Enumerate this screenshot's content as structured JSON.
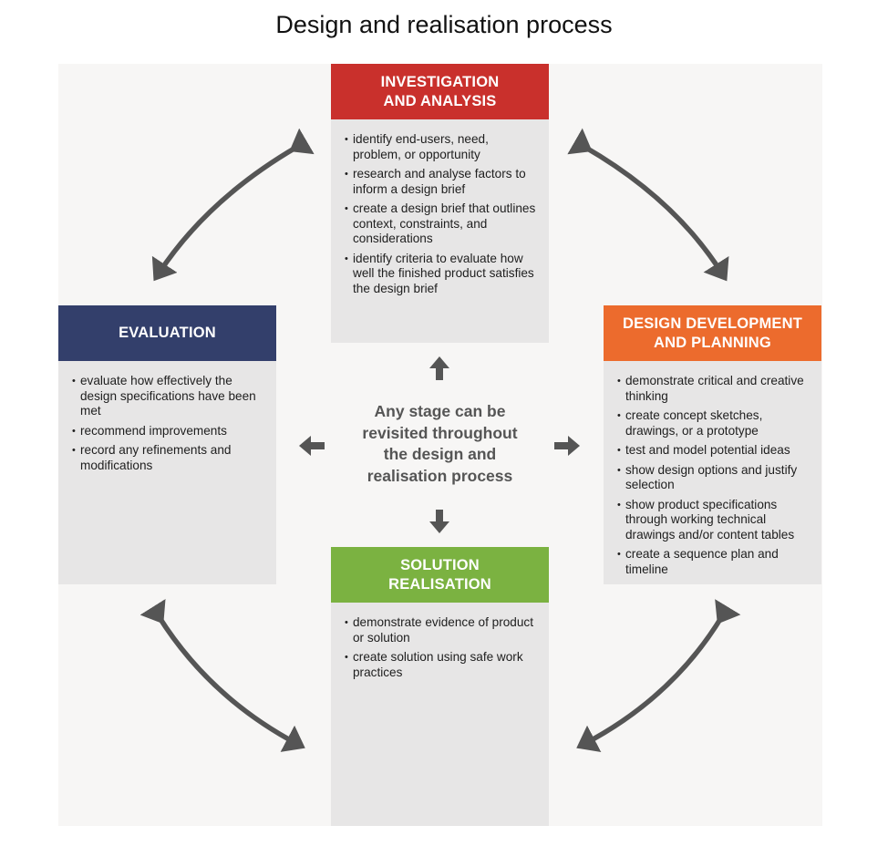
{
  "title": "Design and realisation process",
  "center_text": [
    "Any stage can be",
    "revisited throughout",
    "the design and",
    "realisation process"
  ],
  "boxes": {
    "investigation": {
      "title": [
        "INVESTIGATION",
        "AND ANALYSIS"
      ],
      "color": "#c9302c",
      "items": [
        "identify end-users, need, problem, or opportunity",
        "research and analyse factors to inform a design brief",
        "create a design brief that outlines context, constraints, and considerations",
        "identify criteria to evaluate how well the finished product satisfies the design brief"
      ]
    },
    "evaluation": {
      "title": [
        "EVALUATION"
      ],
      "color": "#333f6b",
      "items": [
        "evaluate how effectively the design specifications have been met",
        "recommend improvements",
        "record any refinements and modifications"
      ]
    },
    "design_development": {
      "title": [
        "DESIGN DEVELOPMENT",
        "AND PLANNING"
      ],
      "color": "#ec6b2d",
      "items": [
        "demonstrate critical and creative thinking",
        "create concept sketches, drawings, or a prototype",
        "test and model potential ideas",
        "show design options and justify selection",
        "show product specifications through working technical drawings and/or content tables",
        "create a sequence plan and timeline"
      ]
    },
    "solution": {
      "title": [
        "SOLUTION",
        "REALISATION"
      ],
      "color": "#7bb241",
      "items": [
        "demonstrate evidence of product or solution",
        "create solution using safe work practices"
      ]
    }
  }
}
